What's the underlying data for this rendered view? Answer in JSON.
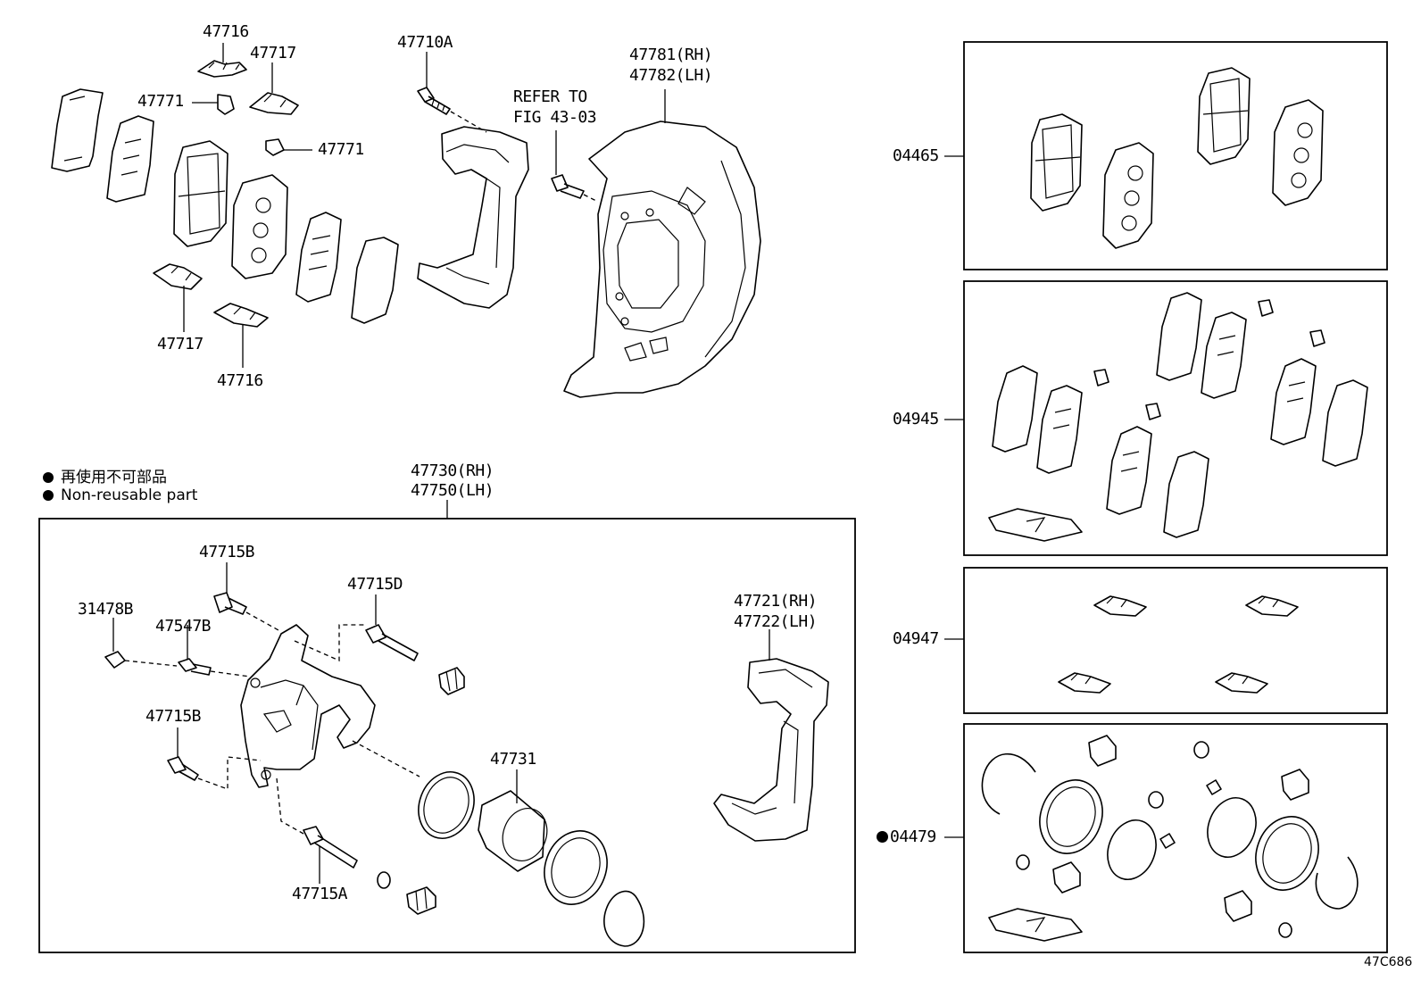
{
  "labels": {
    "p47716_top": "47716",
    "p47717_top": "47717",
    "p47771_left": "47771",
    "p47771_right": "47771",
    "p47717_bottom": "47717",
    "p47716_bottom": "47716",
    "p47710A": "47710A",
    "refer_line1": "REFER TO",
    "refer_line2": "FIG 43-03",
    "p47781": "47781(RH)",
    "p47782": "47782(LH)",
    "p47730": "47730(RH)",
    "p47750": "47750(LH)",
    "p47715B_top": "47715B",
    "p47715D": "47715D",
    "p31478B": "31478B",
    "p47547B": "47547B",
    "p47715B_mid": "47715B",
    "p47731": "47731",
    "p47715A": "47715A",
    "p47721": "47721(RH)",
    "p47722": "47722(LH)",
    "kit04465": "04465",
    "kit04945": "04945",
    "kit04947": "04947",
    "kit04479": "04479"
  },
  "legend": {
    "japanese": "再使用不可部品",
    "english": "Non-reusable part"
  },
  "figure_id": "47C686"
}
